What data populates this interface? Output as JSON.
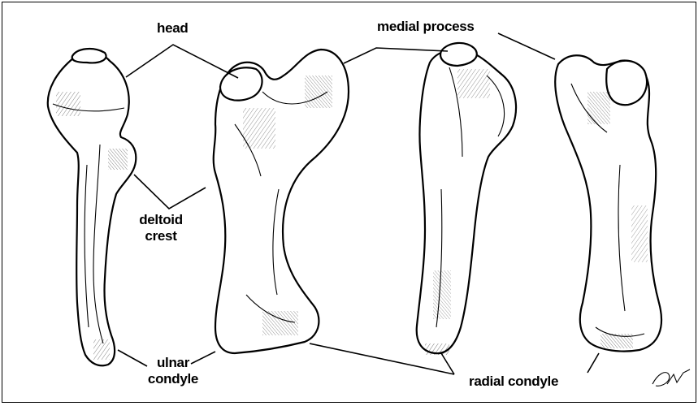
{
  "labels": {
    "head": "head",
    "medial_process": "medial process",
    "deltoid_crest_line1": "deltoid",
    "deltoid_crest_line2": "crest",
    "ulnar_condyle_line1": "ulnar",
    "ulnar_condyle_line2": "condyle",
    "radial_condyle": "radial condyle"
  },
  "signature": "DW",
  "colors": {
    "ink": "#000000",
    "paper": "#ffffff"
  }
}
